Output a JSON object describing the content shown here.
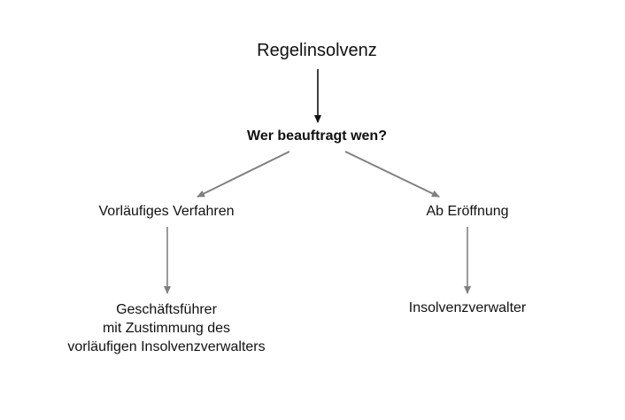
{
  "diagram": {
    "root": "Regelinsolvenz",
    "question": "Wer beauftragt wen?",
    "branch_left": "Vorläufiges Verfahren",
    "branch_right": "Ab Eröffnung",
    "left_result_lines": [
      "Geschäftsführer",
      "mit Zustimmung des",
      "vorläufigen Insolvenzverwalters"
    ],
    "right_result": "Insolvenzverwalter"
  },
  "colors": {
    "primary_arrow": "#111111",
    "secondary_arrow": "#808080",
    "text": "#111111",
    "background": "#ffffff"
  }
}
